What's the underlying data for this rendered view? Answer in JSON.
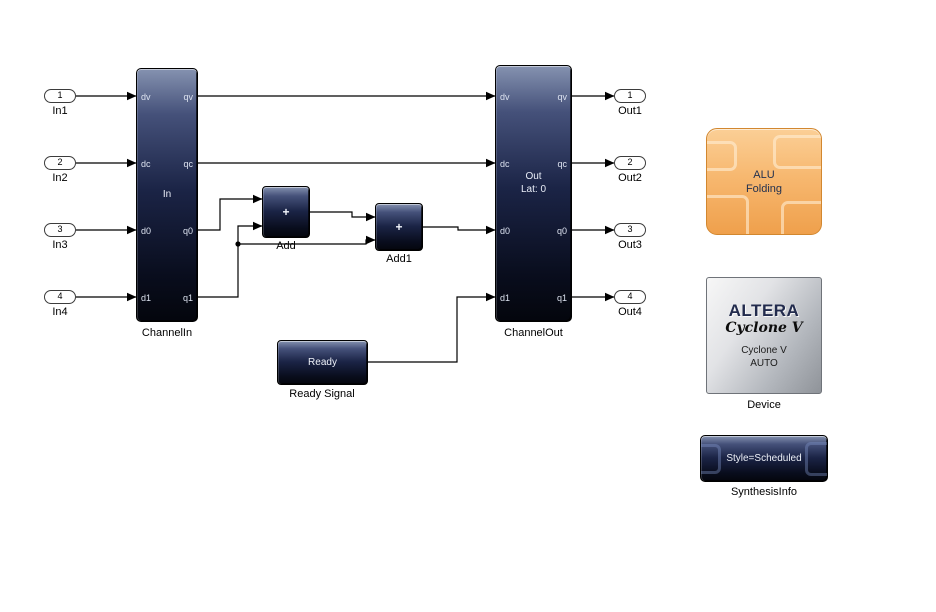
{
  "diagram": {
    "inputs": [
      {
        "id": "1",
        "label": "In1"
      },
      {
        "id": "2",
        "label": "In2"
      },
      {
        "id": "3",
        "label": "In3"
      },
      {
        "id": "4",
        "label": "In4"
      }
    ],
    "outputs": [
      {
        "id": "1",
        "label": "Out1"
      },
      {
        "id": "2",
        "label": "Out2"
      },
      {
        "id": "3",
        "label": "Out3"
      },
      {
        "id": "4",
        "label": "Out4"
      }
    ],
    "channel_in": {
      "title": "In",
      "label": "ChannelIn",
      "left_ports": [
        "dv",
        "dc",
        "d0",
        "d1"
      ],
      "right_ports": [
        "qv",
        "qc",
        "q0",
        "q1"
      ]
    },
    "channel_out": {
      "title": "Out",
      "latency": "Lat: 0",
      "label": "ChannelOut",
      "left_ports": [
        "dv",
        "dc",
        "d0",
        "d1"
      ],
      "right_ports": [
        "qv",
        "qc",
        "q0",
        "q1"
      ]
    },
    "add": {
      "symbol": "+",
      "label": "Add"
    },
    "add1": {
      "symbol": "+",
      "label": "Add1"
    },
    "ready": {
      "text": "Ready",
      "label": "Ready Signal"
    },
    "alu_folding": {
      "line1": "ALU",
      "line2": "Folding"
    },
    "device": {
      "brand": "ALTERA",
      "series": "Cyclone V",
      "sub1": "Cyclone V",
      "sub2": "AUTO",
      "label": "Device"
    },
    "synthesis_info": {
      "text": "Style=Scheduled",
      "label": "SynthesisInfo"
    }
  },
  "colors": {
    "wire": "#000000",
    "block_gradient_top": "#8592b0",
    "block_gradient_bottom": "#04060d",
    "alu_orange": "#f7b870",
    "device_silver": "#c9ccd1",
    "background": "#ffffff"
  }
}
